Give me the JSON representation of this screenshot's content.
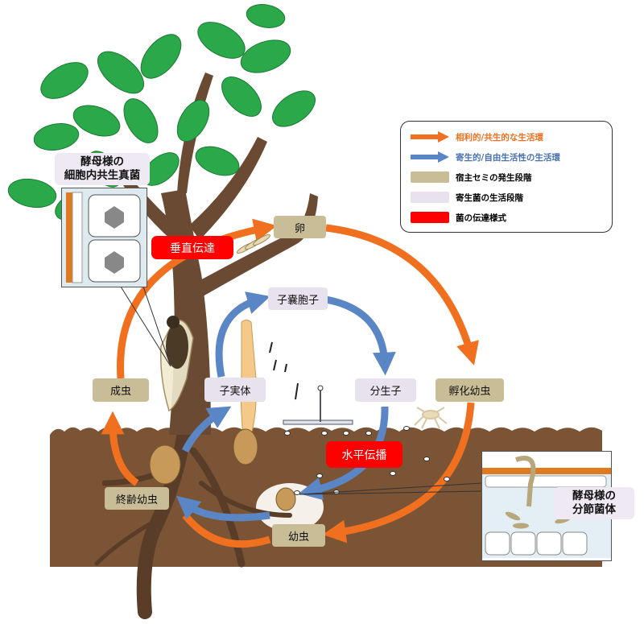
{
  "legend": {
    "mutualistic": "相利的/共生的な生活環",
    "parasitic": "寄生的/自由生活性の生活環",
    "host_stage": "宿主セミの発生段階",
    "fungus_stage": "寄生菌の生活段階",
    "transmission": "菌の伝達様式"
  },
  "stages": {
    "egg": "卵",
    "hatchling": "孵化幼虫",
    "nymph": "幼虫",
    "final_instar": "終齢幼虫",
    "adult": "成虫",
    "ascospore": "子嚢胞子",
    "fruiting_body": "子実体",
    "conidium": "分生子"
  },
  "transmission": {
    "vertical": "垂直伝達",
    "horizontal": "水平伝播"
  },
  "callouts": {
    "intracellular_line1": "酵母様の",
    "intracellular_line2": "細胞内共生真菌",
    "segmented_line1": "酵母様の",
    "segmented_line2": "分節菌体"
  },
  "colors": {
    "mutualistic": "#f07020",
    "parasitic": "#5b86c6",
    "host_stage": "#c9bd98",
    "fungus_stage": "#e8e2ef",
    "transmission": "#ff0000",
    "soil": "#7a5434",
    "leaf": "#2aa84a",
    "trunk": "#6a4a33"
  }
}
